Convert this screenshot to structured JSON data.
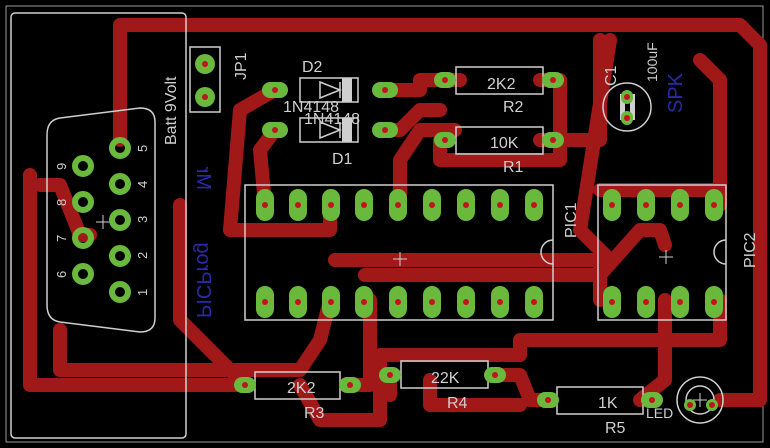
{
  "labels": {
    "batt": "Batt 9Volt",
    "jp1": "JP1",
    "d2": "D2",
    "d1": "D1",
    "d2_part": "1N4148",
    "d1_part": "1N4148",
    "r2_val": "2K2",
    "r2": "R2",
    "r1_val": "10K",
    "r1": "R1",
    "c1": "C1",
    "c1_val": "100uF",
    "spk": "SPK",
    "pic1": "PIC1",
    "pic2": "PIC2",
    "picprog": "PICProg",
    "picprog_suffix": "Mr",
    "r3_val": "2K2",
    "r3": "R3",
    "r4_val": "22K",
    "r4": "R4",
    "r5_val": "1K",
    "r5": "R5",
    "led": "LED",
    "db9_pins": [
      "5",
      "4",
      "3",
      "2",
      "1",
      "9",
      "8",
      "7",
      "6"
    ]
  },
  "colors": {
    "trace": "#a01818",
    "pad": "#6ab83c",
    "drill": "#c0141e",
    "silk": "#cfcfcf",
    "blue_text": "#2a2aa8",
    "background": "#000000"
  }
}
